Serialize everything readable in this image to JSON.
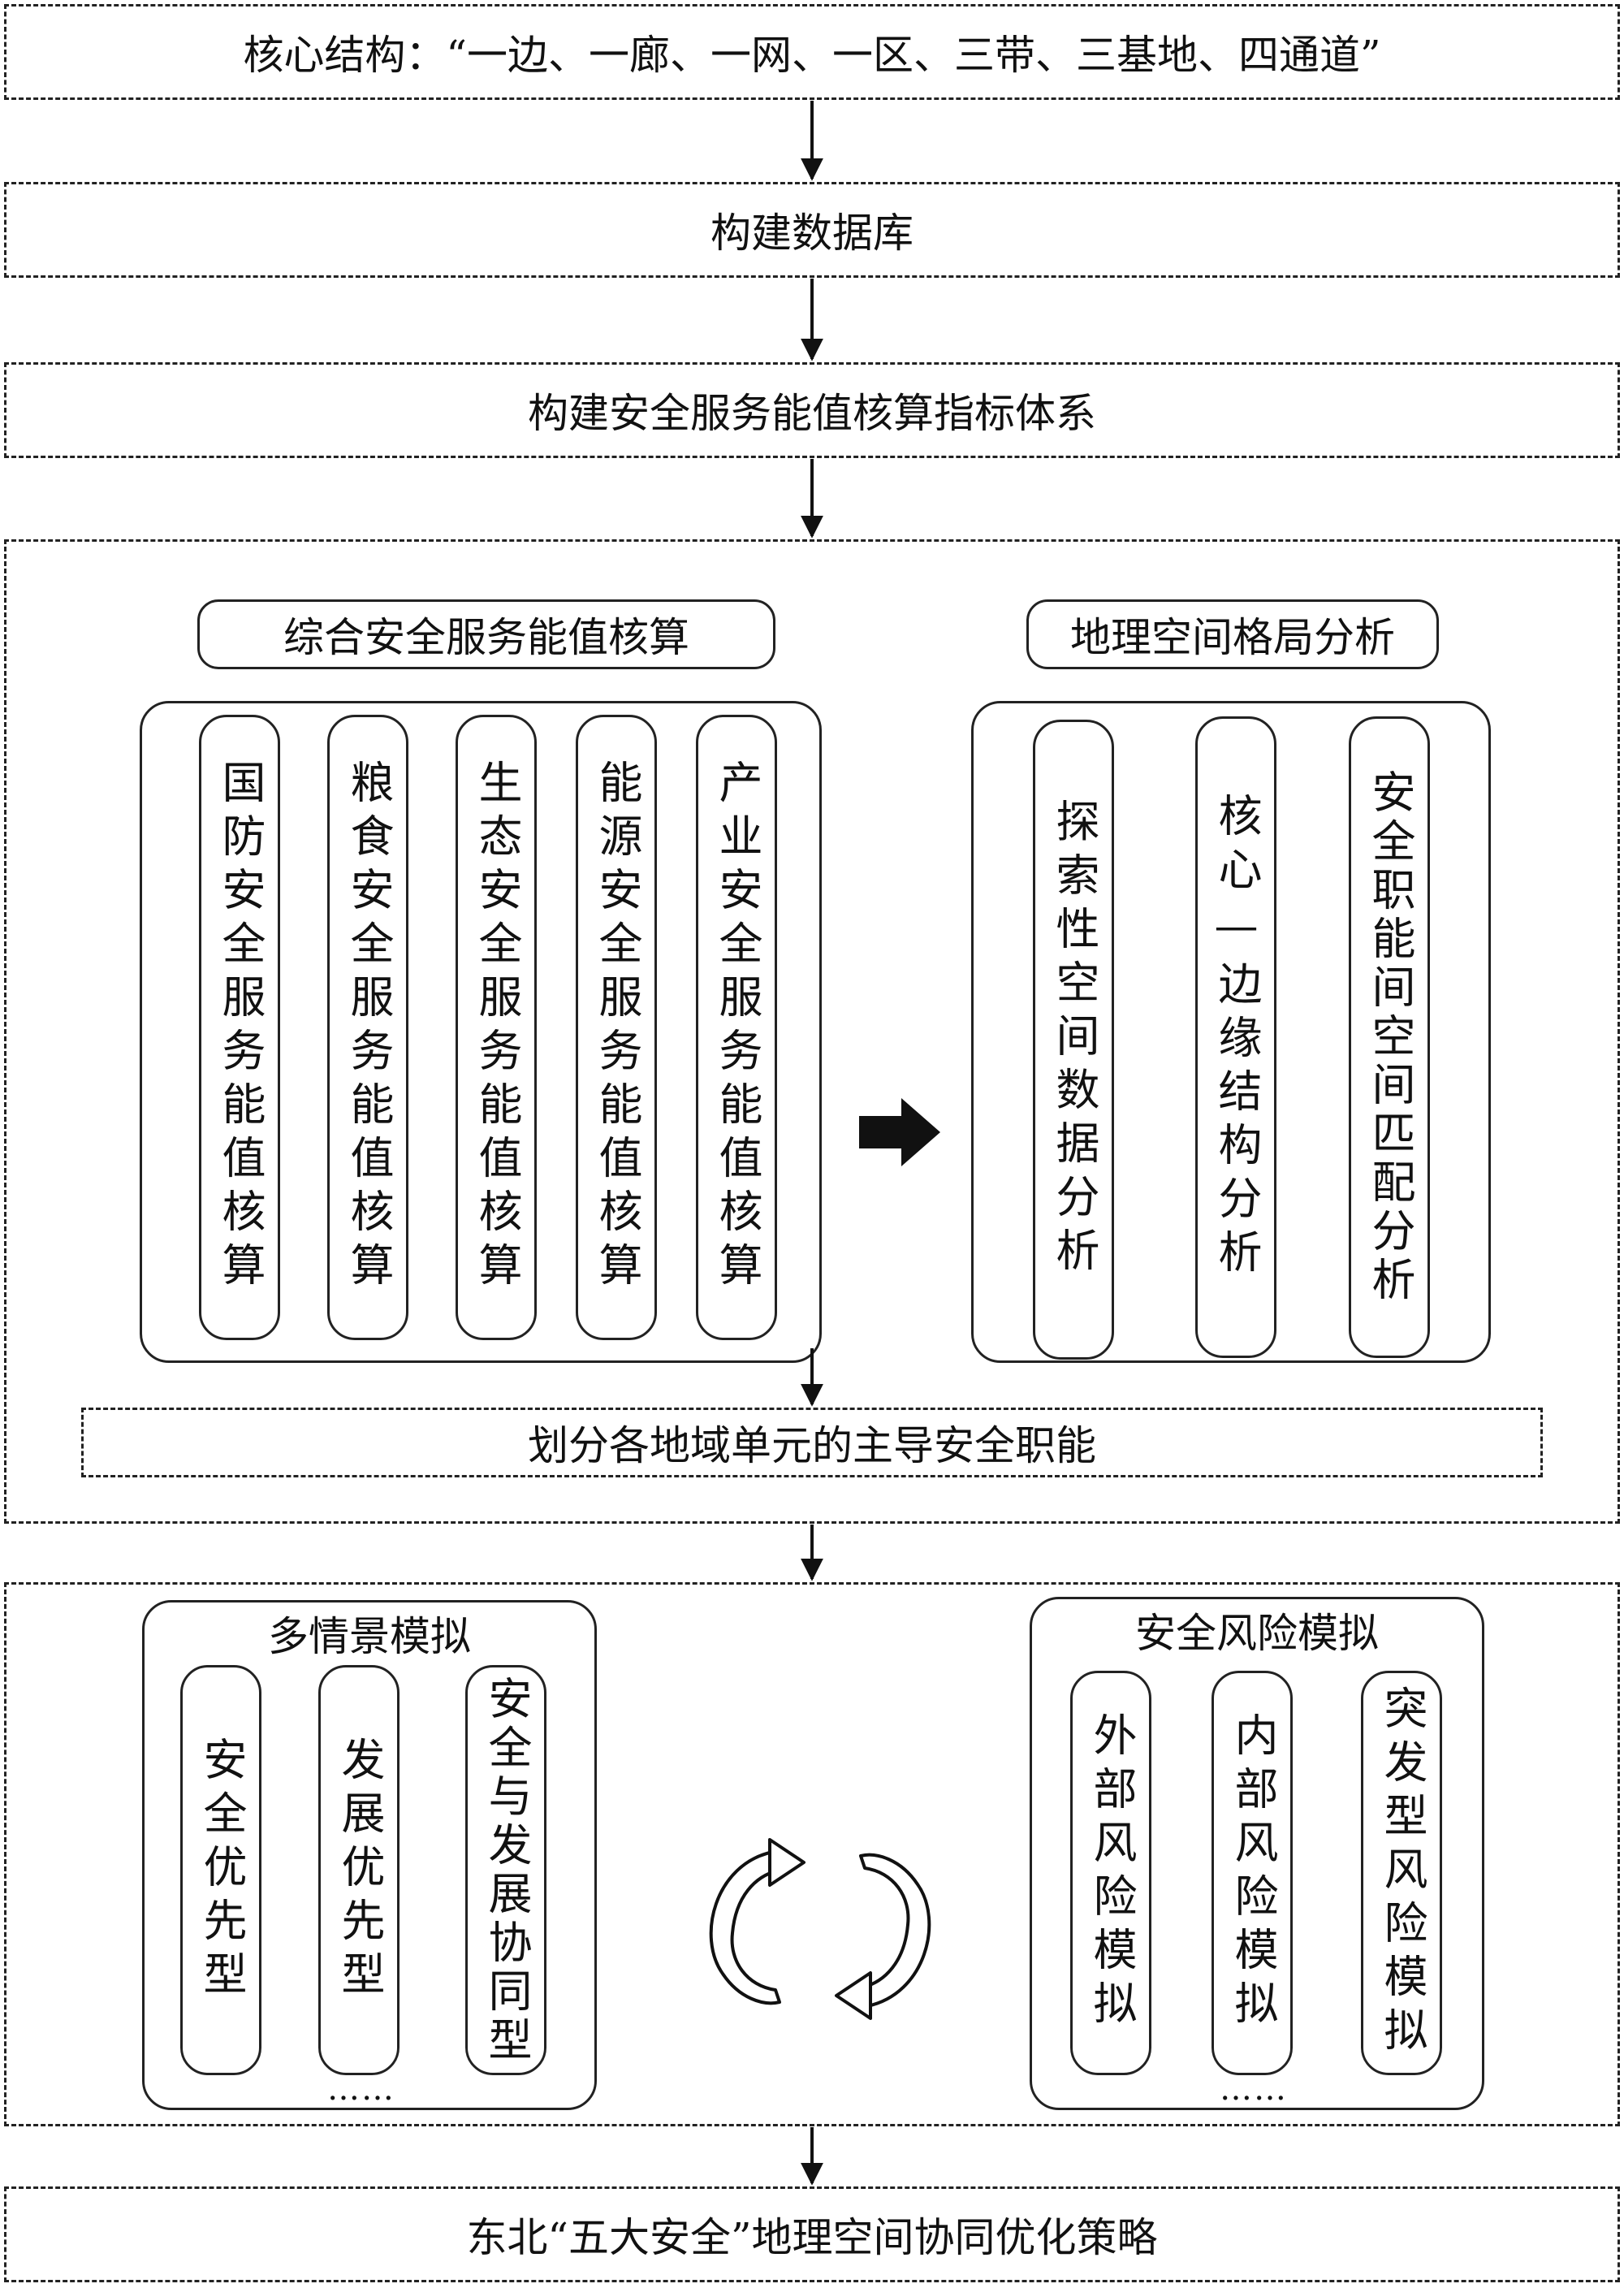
{
  "steps": {
    "core_structure": "核心结构：“一边、一廊、一网、一区、三带、三基地、四通道”",
    "build_database": "构建数据库",
    "build_index_system": "构建安全服务能值核算指标体系",
    "divide_functions": "划分各地域单元的主导安全职能",
    "strategy": "东北“五大安全”地理空间协同优化策略"
  },
  "accounting": {
    "title": "综合安全服务能值核算",
    "items": [
      "国防安全服务能值核算",
      "粮食安全服务能值核算",
      "生态安全服务能值核算",
      "能源安全服务能值核算",
      "产业安全服务能值核算"
    ]
  },
  "spatial_analysis": {
    "title": "地理空间格局分析",
    "items": [
      "探索性空间数据分析",
      "核心—边缘结构分析",
      "安全职能间空间匹配分析"
    ]
  },
  "scenario": {
    "title": "多情景模拟",
    "items": [
      "安全优先型",
      "发展优先型",
      "安全与发展协同型"
    ],
    "more": "……"
  },
  "risk": {
    "title": "安全风险模拟",
    "items": [
      "外部风险模拟",
      "内部风险模拟",
      "突发型风险模拟"
    ],
    "more": "……"
  },
  "icons": {
    "flow_arrow": "block-right-arrow-icon",
    "cycle": "cycle-arrows-icon"
  }
}
